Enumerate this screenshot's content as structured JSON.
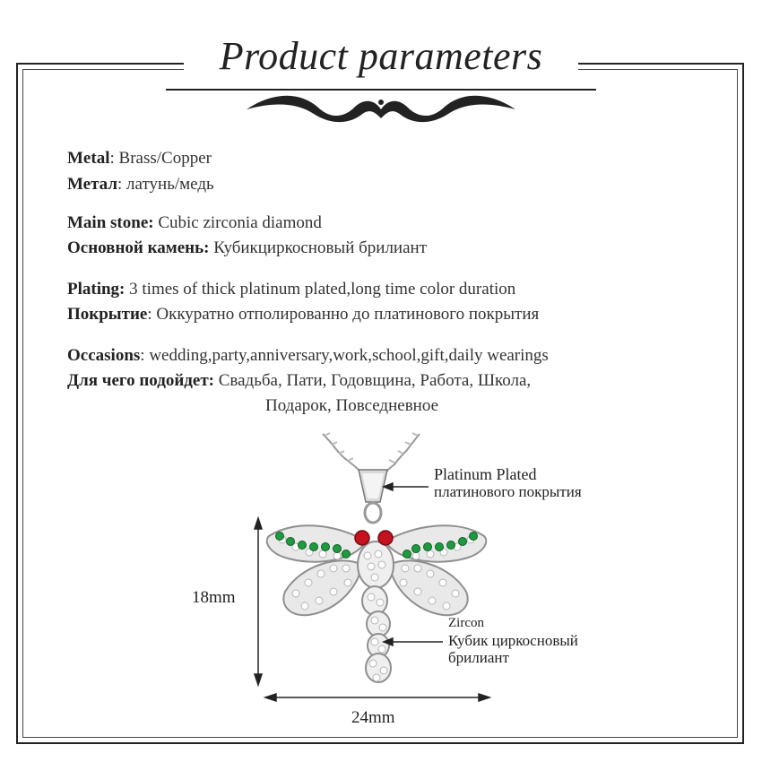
{
  "title": "Product parameters",
  "specs": [
    {
      "label": "Metal",
      "sep": ": ",
      "value": "Brass/Copper"
    },
    {
      "label": "Метал",
      "sep": ": ",
      "value": "латунь/медь"
    },
    {
      "label": "Main stone:",
      "sep": " ",
      "value": "Cubic zirconia diamond"
    },
    {
      "label": "Основной камень:",
      "sep": " ",
      "value": "Кубикциркоcновый брилиант"
    },
    {
      "label": "Plating:",
      "sep": "  ",
      "value": "3 times of thick platinum plated,long time color duration"
    },
    {
      "label": "Покрытие",
      "sep": ": ",
      "value": "Оккуратно отполированно до платинового покрытия"
    },
    {
      "label": "Occasions",
      "sep": ": ",
      "value": "wedding,party,anniversary,work,school,gift,daily wearings"
    },
    {
      "label": "Для чего подойдет:",
      "sep": "  ",
      "value": "Свадьба, Пати, Годовщина, Работа, Школа,"
    },
    {
      "label": "",
      "sep": "",
      "value": "Подарок, Повседневное"
    }
  ],
  "callouts": {
    "plating_en": "Platinum Plated",
    "plating_ru": "платинового покрытия",
    "zircon_en": "Zircon",
    "zircon_ru1": "Кубик циркоcновый",
    "zircon_ru2": "брилиант"
  },
  "dimensions": {
    "height": "18mm",
    "width": "24mm"
  },
  "colors": {
    "frame": "#222222",
    "green_stone": "#1f9a3f",
    "red_stone": "#c4121f",
    "silver": "#c8c8c8"
  }
}
